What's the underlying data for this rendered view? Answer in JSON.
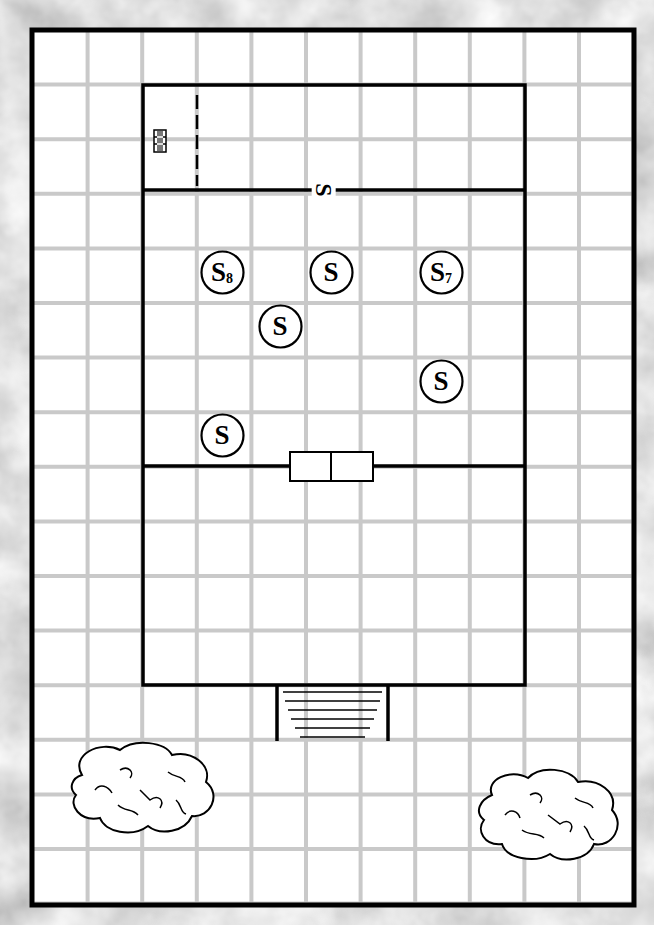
{
  "diagram": {
    "nodes": [
      {
        "text": [
          "S",
          "8"
        ]
      },
      {
        "text": [
          "S"
        ]
      },
      {
        "text": [
          "S",
          "7"
        ]
      },
      {
        "text": [
          "S"
        ]
      },
      {
        "text": [
          "S"
        ]
      },
      {
        "text": [
          "S"
        ]
      }
    ],
    "labels": [
      "S"
    ]
  }
}
